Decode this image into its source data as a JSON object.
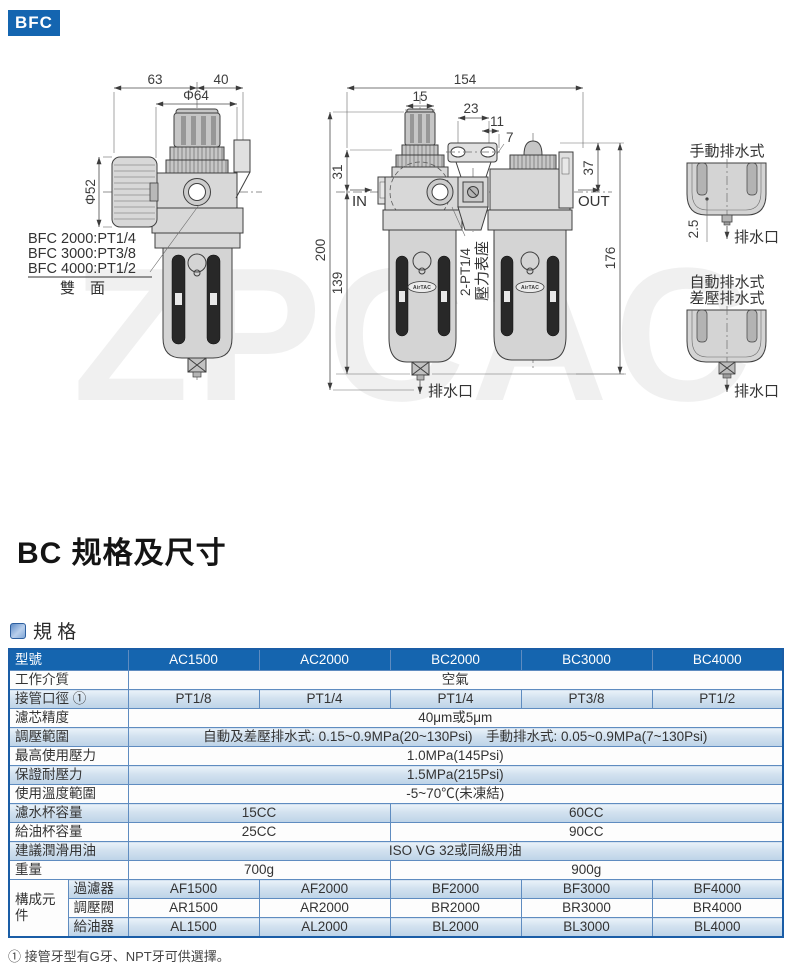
{
  "badge": "BFC",
  "title": "BC 规格及尺寸",
  "spec_section": {
    "heading": "規 格"
  },
  "footnote": "① 接管牙型有G牙、NPT牙可供選擇。",
  "drawing": {
    "watermark": "ZPCAC",
    "left_view": {
      "dim_63": "63",
      "dim_40": "40",
      "dim_phi64": "Φ64",
      "dim_phi52": "Φ52",
      "model_lines": [
        "BFC 2000:PT1/4",
        "BFC 3000:PT3/8",
        "BFC 4000:PT1/2"
      ],
      "double_sided": "雙　面"
    },
    "front_view": {
      "dim_154": "154",
      "dim_15": "15",
      "dim_23": "23",
      "dim_11": "11",
      "dim_7": "7",
      "dim_31": "31",
      "dim_37": "37",
      "dim_200": "200",
      "dim_139": "139",
      "dim_176": "176",
      "in_label": "IN",
      "out_label": "OUT",
      "gauge_port_line1": "2-PT1/4",
      "gauge_port_line2": "壓力表座",
      "drain_label": "排水口",
      "brand": "AirTAC"
    },
    "drain_views": {
      "manual_title": "手動排水式",
      "auto_title1": "自動排水式",
      "auto_title2": "差壓排水式",
      "dim_2_5": "2.5",
      "drain_label1": "排水口",
      "drain_label2": "排水口"
    }
  },
  "table": {
    "header": {
      "model": "型號",
      "c1": "AC1500",
      "c2": "AC2000",
      "c3": "BC2000",
      "c4": "BC3000",
      "c5": "BC4000"
    },
    "working_medium": {
      "label": "工作介質",
      "value": "空氣"
    },
    "port_size": {
      "label": "接管口徑 ①",
      "v1": "PT1/8",
      "v2": "PT1/4",
      "v3": "PT1/4",
      "v4": "PT3/8",
      "v5": "PT1/2"
    },
    "filtration": {
      "label": "濾芯精度",
      "value": "40μm或5μm"
    },
    "pressure_range": {
      "label": "調壓範圍",
      "value": "自動及差壓排水式: 0.15~0.9MPa(20~130Psi)　手動排水式: 0.05~0.9MPa(7~130Psi)"
    },
    "max_pressure": {
      "label": "最高使用壓力",
      "value": "1.0MPa(145Psi)"
    },
    "proof_pressure": {
      "label": "保證耐壓力",
      "value": "1.5MPa(215Psi)"
    },
    "temperature": {
      "label": "使用溫度範圍",
      "value": "-5~70℃(未凍結)"
    },
    "filter_bowl": {
      "label": "濾水杯容量",
      "small": "15CC",
      "large": "60CC"
    },
    "oil_bowl": {
      "label": "給油杯容量",
      "small": "25CC",
      "large": "90CC"
    },
    "lubricant": {
      "label": "建議潤滑用油",
      "value": "ISO VG 32或同級用油"
    },
    "weight": {
      "label": "重量",
      "small": "700g",
      "large": "900g"
    },
    "components": {
      "label": "構成元件",
      "filter": {
        "label": "過濾器",
        "v1": "AF1500",
        "v2": "AF2000",
        "v3": "BF2000",
        "v4": "BF3000",
        "v5": "BF4000"
      },
      "regulator": {
        "label": "調壓閥",
        "v1": "AR1500",
        "v2": "AR2000",
        "v3": "BR2000",
        "v4": "BR3000",
        "v5": "BR4000"
      },
      "lubricator": {
        "label": "給油器",
        "v1": "AL1500",
        "v2": "AL2000",
        "v3": "BL2000",
        "v4": "BL3000",
        "v5": "BL4000"
      }
    }
  }
}
